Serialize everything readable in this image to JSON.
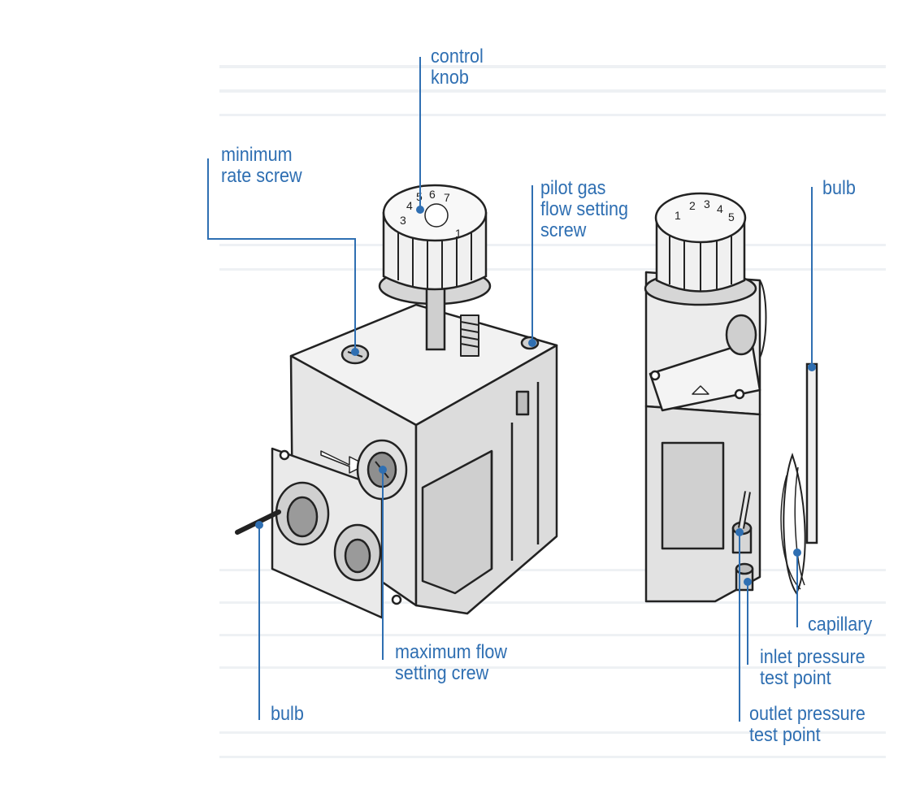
{
  "labels": {
    "control_knob": [
      "control",
      "knob"
    ],
    "minimum_rate_screw": [
      "minimum",
      "rate screw"
    ],
    "pilot_gas_screw": [
      "pilot gas",
      "flow setting",
      "screw"
    ],
    "bulb_right": [
      "bulb"
    ],
    "max_flow_screw": [
      "maximum flow",
      "setting crew"
    ],
    "bulb_left": [
      "bulb"
    ],
    "capillary": [
      "capillary"
    ],
    "inlet_pressure": [
      "inlet pressure",
      "test point"
    ],
    "outlet_pressure": [
      "outlet pressure",
      "test point"
    ]
  },
  "dial_digits": {
    "front": [
      "3",
      "4",
      "5",
      "6",
      "7",
      "1"
    ],
    "side": [
      "1",
      "2",
      "3",
      "4",
      "5"
    ]
  },
  "colors": {
    "accent": "#2f6fb2",
    "ink": "#222222",
    "fill": "#f2f2f2",
    "shade": "#bdbdbd"
  }
}
